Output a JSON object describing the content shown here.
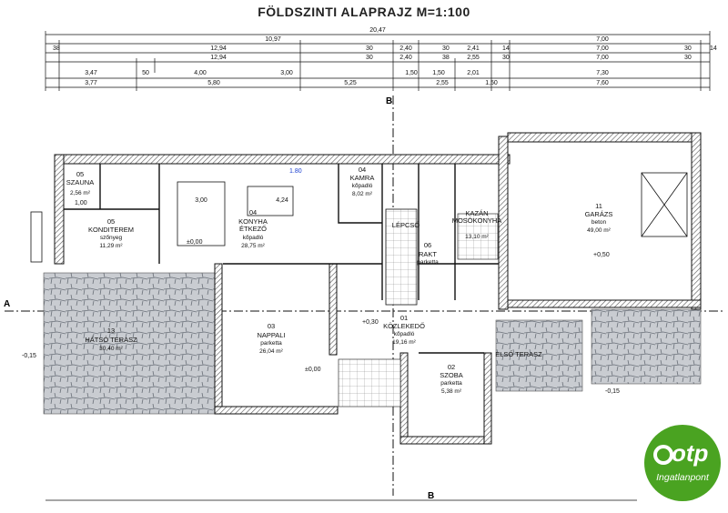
{
  "title": "FÖLDSZINTI ALAPRAJZ  M=1:100",
  "overall_dims": {
    "total": "20,47",
    "left_block": "10,97",
    "right_block": "7,00"
  },
  "dim_row1": [
    "38",
    "12,94",
    "30",
    "2,40",
    "30",
    "2,41",
    "14",
    "7,00",
    "30",
    "14"
  ],
  "dim_row2": [
    "12,94",
    "30",
    "2,40",
    "38",
    "2,55",
    "30",
    "7,00",
    "30"
  ],
  "dim_row3": [
    "3,47",
    "50",
    "4,00",
    "3,00",
    "1,50",
    "1,50",
    "2,01",
    "7,30"
  ],
  "dim_row4": [
    "3,77",
    "5,80",
    "5,25",
    "2,55",
    "1,50",
    "7,60"
  ],
  "section_marks": {
    "b": "B",
    "a": "A"
  },
  "rooms": [
    {
      "num": "05",
      "name": "SZAUNA",
      "area": "2,56 m²"
    },
    {
      "num": "05",
      "name": "KONDITEREM",
      "sub": "szőnyeg",
      "area": "11,29 m²"
    },
    {
      "num": "04",
      "name": "KONYHA\nÉTKEZŐ",
      "sub": "kőpadló",
      "area": "28,75 m²"
    },
    {
      "num": "04",
      "name": "KAMRA",
      "sub": "kőpadló",
      "area": "8,02 m²"
    },
    {
      "num": "",
      "name": "LÉPCSŐ",
      "area": ""
    },
    {
      "num": "",
      "name": "KAZÁN\nMOSÓKONYHA",
      "area": "13,10 m²"
    },
    {
      "num": "06",
      "name": "RAKT",
      "sub": "parketta",
      "area": ""
    },
    {
      "num": "11",
      "name": "GARÁZS",
      "sub": "beton",
      "area": "49,00 m²"
    },
    {
      "num": "13",
      "name": "HÁTSÓ TERASZ",
      "area": "30,40 m²"
    },
    {
      "num": "03",
      "name": "NAPPALI",
      "sub": "parketta",
      "area": "26,04 m²"
    },
    {
      "num": "01",
      "name": "KÖZLEKEDŐ",
      "sub": "kőpadló",
      "area": "19,16 m²"
    },
    {
      "num": "02",
      "name": "SZOBA",
      "sub": "parketta",
      "area": "5,38 m²"
    },
    {
      "num": "",
      "name": "ELSŐ TERASZ",
      "area": ""
    }
  ],
  "fixture_labels": {
    "stair_label": "1.80",
    "sauna_dim": "1,00",
    "kitchen_counter": "3,00",
    "dining_width": "4,24"
  },
  "level_marks": [
    "±0,00",
    "+0,30",
    "-0,15",
    "±0,00",
    "+0,50",
    "-0,15"
  ],
  "colors": {
    "line": "#111111",
    "dim_blue": "#1a3fd0",
    "stone": "#9aa0a8",
    "logo_green": "#4aa321"
  },
  "logo": {
    "brand": "otp",
    "sub": "Ingatlanpont"
  }
}
